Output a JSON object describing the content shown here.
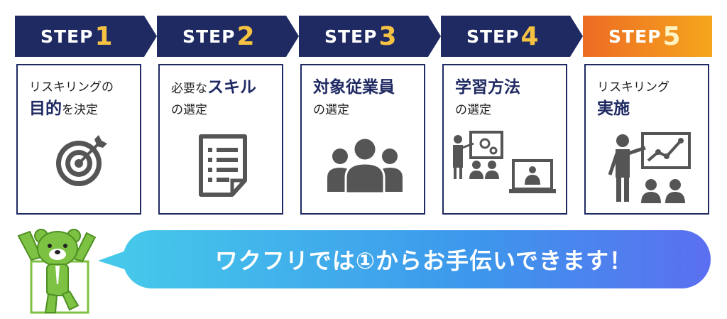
{
  "steps": [
    {
      "step_label": "STEP",
      "number": "1",
      "title_lines": [
        "リスキリングの",
        "",
        "を決定"
      ],
      "big_text": "目的",
      "icon": "target-icon"
    },
    {
      "step_label": "STEP",
      "number": "2",
      "title_pre": "必要な",
      "big_text": "スキル",
      "title_post": "の選定",
      "icon": "document-icon"
    },
    {
      "step_label": "STEP",
      "number": "3",
      "big_text": "対象従業員",
      "title_post": "の選定",
      "icon": "people-group-icon"
    },
    {
      "step_label": "STEP",
      "number": "4",
      "big_text": "学習方法",
      "title_post": "の選定",
      "icon": "training-methods-icon"
    },
    {
      "step_label": "STEP",
      "number": "5",
      "title_pre": "リスキリング",
      "big_text": "実施",
      "icon": "presentation-icon"
    }
  ],
  "banner": {
    "text": "ワクフリでは①からお手伝いできます！"
  },
  "colors": {
    "navy": "#1f2a63",
    "orange": "#f08a1f",
    "number_yellow": "#f5c242",
    "icon_gray": "#555555",
    "mascot_green": "#7dc242"
  }
}
